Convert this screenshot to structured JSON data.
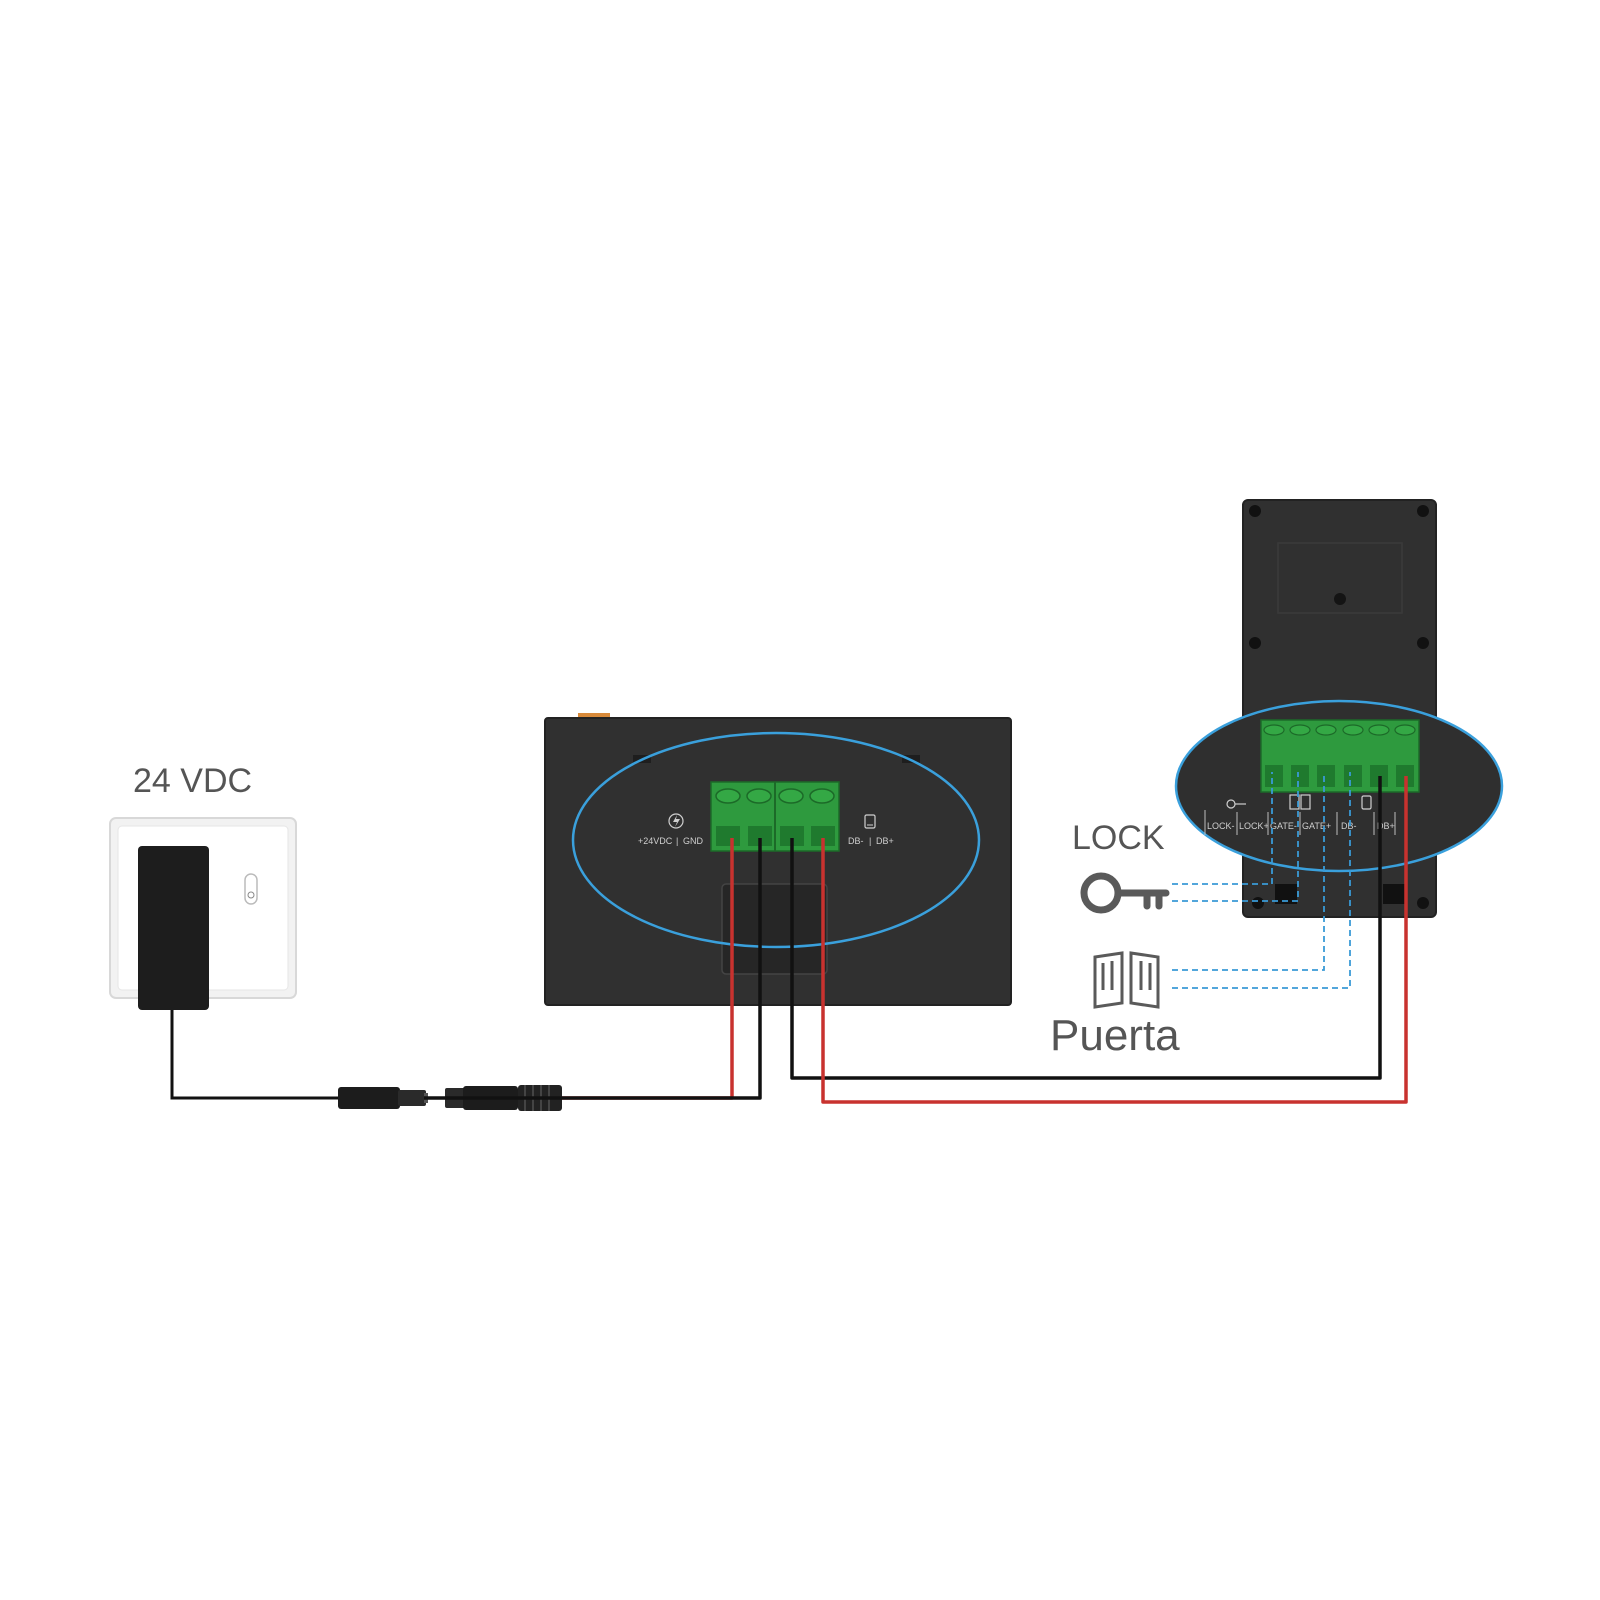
{
  "labels": {
    "power": "24 VDC",
    "lock": "LOCK",
    "gate": "Puerta"
  },
  "monitor": {
    "terminal_labels": [
      "+24VDC",
      "GND",
      "DB-",
      "DB+"
    ],
    "separator": "|"
  },
  "outdoor_unit": {
    "terminal_labels": [
      "LOCK-",
      "LOCK+",
      "GATE-",
      "GATE+",
      "DB-",
      "DB+"
    ]
  },
  "colors": {
    "wire_red": "#c8322f",
    "wire_black": "#111111",
    "wire_dashed": "#3a9ad6",
    "device_body": "#303030",
    "terminal_green": "#2e9a3e",
    "highlight_ellipse": "#3aa0dc",
    "label_text": "#555555"
  },
  "icons": [
    "bolt-icon",
    "doorbell-icon",
    "key-icon",
    "door-icon",
    "power-switch-icon"
  ]
}
